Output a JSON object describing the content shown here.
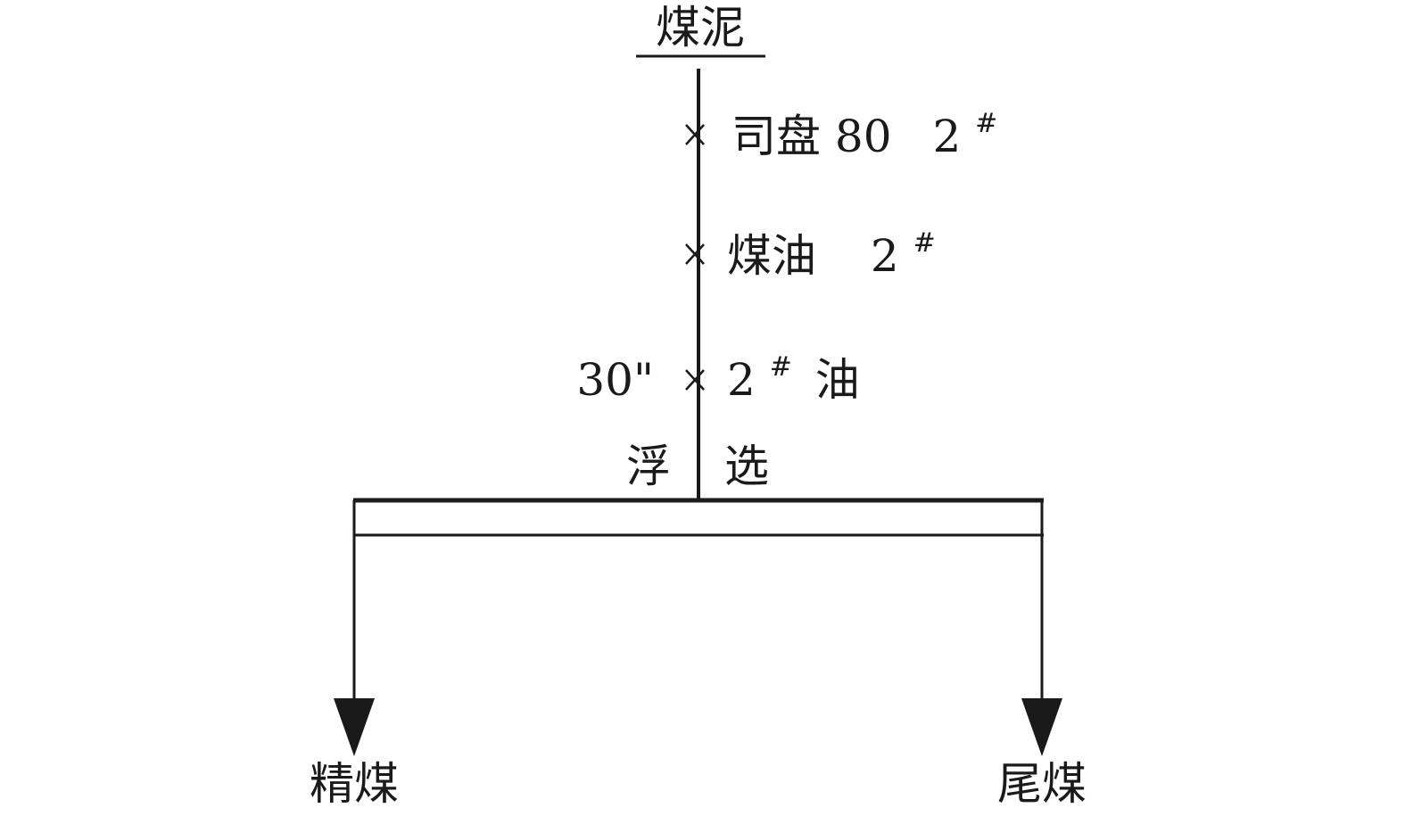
{
  "feed": {
    "label": "煤泥"
  },
  "reagents": [
    {
      "name": "司盘 80",
      "number": "2",
      "mark": "#"
    },
    {
      "name": "煤油",
      "number": "2",
      "mark": "#"
    },
    {
      "number": "2",
      "mark": "#",
      "name": "油",
      "time": "30\""
    }
  ],
  "process": {
    "left_char": "浮",
    "right_char": "选"
  },
  "outputs": {
    "concentrate": "精煤",
    "tailings": "尾煤"
  },
  "colors": {
    "ink": "#1a1a1a",
    "background": "#ffffff"
  }
}
